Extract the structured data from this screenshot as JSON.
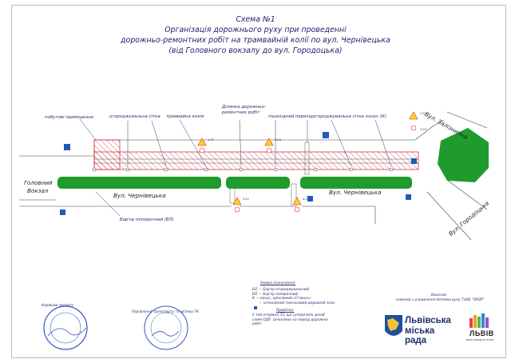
{
  "title": {
    "line1": "Схема №1",
    "line2": "Організація дорожнього руху при проведенні",
    "line3": "дорожньо-ремонтних робіт на трамвайній колії по вул. Чернівецька",
    "line4": "(від Головного вокзалу до вул. Городоцька)"
  },
  "labels": {
    "temp_lighting": "побутові приміщення",
    "barrier_fence_1": "огороджувальна сітка",
    "tram_line": "трамвайна колія",
    "work_section": "Ділянка дорожньо-ремонтних робіт",
    "ped_crossing": "пішохідний перехід",
    "barrier_fence_2": "огороджувальна сітка",
    "cone": "конус (К)",
    "barrier_dp": "Бар'єр поперечний (БП)"
  },
  "streets": {
    "main_station_1": "Головний",
    "main_station_2": "Вокзал",
    "chernivetska_1": "Вул. Чернівецька",
    "chernivetska_2": "Вул. Чернівецька",
    "zaliznychna": "Вул. Залізнична",
    "horodotska": "Вул. Городоцька"
  },
  "legend": {
    "heading": "Умовні позначення:",
    "items": [
      "БО — Бар'єр огороджувальний;",
      "БП — Бар'єр поперечний;",
      "К — конус, креслений «Стакан»;",
      "— зачохлений тимчасовий дорожній знак."
    ],
    "note_heading": "Примітка:",
    "note_text_1": "У той інтервал ЗЗ, що суперечить даній",
    "note_text_2": "схемі ОДР, зачохлено на період дорожніх",
    "note_text_3": "робіт."
  },
  "signatures": {
    "left_title": "Керівник проекту",
    "middle_title": "Управління транспорту та зв'язку ГК",
    "right_line1": "Виконав",
    "right_line2": "інженер з управління безпеки руху ТзОВ \"ЗМЗР\""
  },
  "sign_codes": [
    "1.37",
    "3.29",
    "3.41",
    "4.2",
    "1.37",
    "3.29"
  ],
  "logo": {
    "city_line1": "Львівська",
    "city_line2": "міська",
    "city_line3": "рада",
    "brand": "ЛЬВІВ",
    "brand_sub": "місто пригод та історії"
  },
  "colors": {
    "ink": "#1f1f6d",
    "median_green": "#1f9b2e",
    "work_zone": "#d21e2a",
    "stamp_blue": "#3a52c4"
  }
}
